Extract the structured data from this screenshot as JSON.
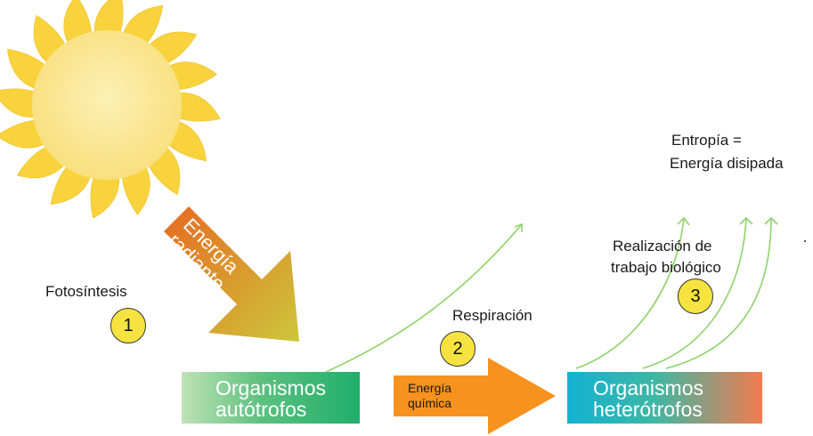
{
  "labels": {
    "fotosintesis": "Fotosíntesis",
    "respiracion": "Respiración",
    "realizacion_line1": "Realización de",
    "realizacion_line2": "trabajo biológico",
    "entropia_line1": "Entropía =",
    "entropia_line2": "Energía disipada"
  },
  "badges": [
    "1",
    "2",
    "3"
  ],
  "energia_radiante": {
    "line1": "Energía",
    "line2": "radiante"
  },
  "energia_quimica": {
    "line1": "Energía",
    "line2": "química"
  },
  "boxes": {
    "autotrofos": {
      "line1": "Organismos",
      "line2": "autótrofos"
    },
    "heterotrofos": {
      "line1": "Organismos",
      "line2": "heterótrofos"
    }
  },
  "colors": {
    "sun_core": "#fbe9a0",
    "sun_rays": "#f8d33e",
    "green_arrows": "#8fd26a",
    "badge_fill": "#f6e33f",
    "autotrofos_gradient": [
      "#b9dfb2",
      "#22b26a"
    ],
    "heterotrofos_gradient": [
      "#13b3cf",
      "#f07a4f"
    ],
    "radiant_arrow_gradient": [
      "#e76f23",
      "#c9c13a"
    ],
    "chemical_arrow": "#f7921e"
  }
}
